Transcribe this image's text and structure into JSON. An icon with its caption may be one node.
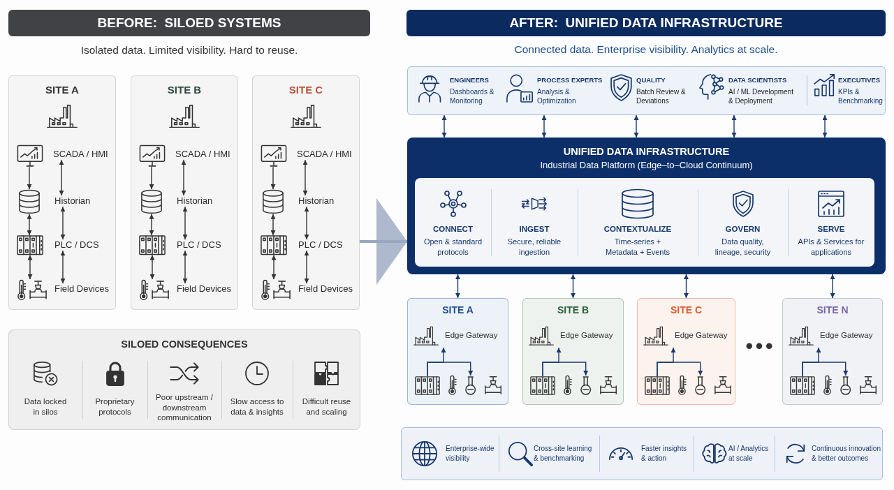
{
  "diagram": {
    "nodes": [
      {
        "text": [
          "BEFORE:  SILOED SYSTEMS"
        ]
      },
      {
        "text": [
          "SITE A"
        ]
      },
      {
        "text": [],
        "shape": "picture",
        "in": 1
      },
      {
        "text": [
          "SCADA / HMI"
        ],
        "in": 1
      },
      {
        "text": [],
        "shape": "picture",
        "in": 1
      },
      {
        "text": [
          "Historian"
        ],
        "in": 1
      },
      {
        "text": [],
        "shape": "picture",
        "in": 1
      },
      {
        "text": [
          "PLC / DCS"
        ],
        "in": 1
      },
      {
        "text": [],
        "shape": "picture",
        "in": 1
      },
      {
        "text": [
          "Field Devices"
        ],
        "in": 1
      },
      {
        "text": [
          "SITE B"
        ]
      },
      {
        "text": [],
        "shape": "picture",
        "in": 10
      },
      {
        "text": [
          "SCADA / HMI"
        ],
        "in": 10
      },
      {
        "text": [],
        "shape": "picture",
        "in": 10
      },
      {
        "text": [
          "Historian"
        ],
        "in": 10
      },
      {
        "text": [],
        "shape": "picture",
        "in": 10
      },
      {
        "text": [
          "PLC / DCS"
        ],
        "in": 10
      },
      {
        "text": [],
        "shape": "picture",
        "in": 10
      },
      {
        "text": [
          "Field Devices"
        ],
        "in": 10
      },
      {
        "text": [
          "SITE C"
        ]
      },
      {
        "text": [],
        "shape": "picture",
        "in": 19
      },
      {
        "text": [
          "SCADA / HMI"
        ],
        "in": 19
      },
      {
        "text": [],
        "shape": "picture",
        "in": 19
      },
      {
        "text": [
          "Historian"
        ],
        "in": 19
      },
      {
        "text": [],
        "shape": "picture",
        "in": 19
      },
      {
        "text": [
          "PLC / DCS"
        ],
        "in": 19
      },
      {
        "text": [],
        "shape": "picture",
        "in": 19
      },
      {
        "text": [
          "Field Devices"
        ],
        "in": 19
      },
      {
        "text": [
          "SILOED CONSEQUENCES"
        ]
      },
      {
        "text": [
          "Data locked in silos"
        ],
        "in": 28
      },
      {
        "text": [
          "Proprietary protocols"
        ],
        "in": 28
      },
      {
        "text": [
          "Poor upstream / downstream communication"
        ],
        "in": 28
      },
      {
        "text": [
          "Slow access to data & insights"
        ],
        "in": 28
      },
      {
        "text": [
          "Difficult reuse and scaling"
        ],
        "in": 28
      },
      {
        "text": [
          "AFTER:  UNIFIED DATA INFRASTRUCTURE"
        ]
      },
      {
        "text": [],
        "shape": "box"
      },
      {
        "text": [
          "ENGINEERS",
          "Dashboards & Monitoring"
        ],
        "in": 35
      },
      {
        "text": [
          "PROCESS EXPERTS",
          "Analysis & Optimization"
        ],
        "in": 35
      },
      {
        "text": [
          "QUALITY",
          "Batch Review & Deviations"
        ],
        "in": 35
      },
      {
        "text": [
          "DATA SCIENTISTS",
          "AI / ML Development & Deployment"
        ],
        "in": 35
      },
      {
        "text": [
          "EXECUTIVES",
          "KPIs & Benchmarking"
        ],
        "in": 35
      },
      {
        "text": [
          "UNIFIED DATA INFRASTRUCTURE",
          "Industrial Data Platform (Edge–to–Cloud Continuum)"
        ]
      },
      {
        "text": [],
        "shape": "box",
        "in": 41
      },
      {
        "text": [
          "CONNECT",
          "Open & standard protocols"
        ],
        "in": 42
      },
      {
        "text": [
          "INGEST",
          "Secure, reliable ingestion"
        ],
        "in": 42
      },
      {
        "text": [
          "CONTEXTUALIZE",
          "Time-series + Metadata + Events"
        ],
        "in": 42
      },
      {
        "text": [
          "GOVERN",
          "Data quality, lineage, security"
        ],
        "in": 42
      },
      {
        "text": [
          "SERVE",
          "APIs & Services for applications"
        ],
        "in": 42
      },
      {
        "text": [
          "SITE A"
        ]
      },
      {
        "text": [
          "Edge Gateway"
        ],
        "in": 48
      },
      {
        "text": [],
        "shape": "picture",
        "in": 48
      },
      {
        "text": [],
        "shape": "picture",
        "in": 48
      },
      {
        "text": [
          "SITE B"
        ]
      },
      {
        "text": [
          "Edge Gateway"
        ],
        "in": 52
      },
      {
        "text": [],
        "shape": "picture",
        "in": 52
      },
      {
        "text": [],
        "shape": "picture",
        "in": 52
      },
      {
        "text": [
          "SITE C"
        ]
      },
      {
        "text": [
          "Edge Gateway"
        ],
        "in": 56
      },
      {
        "text": [],
        "shape": "picture",
        "in": 56
      },
      {
        "text": [],
        "shape": "picture",
        "in": 56
      },
      {
        "text": [
          "SITE N"
        ]
      },
      {
        "text": [
          "Edge Gateway"
        ],
        "in": 60
      },
      {
        "text": [],
        "shape": "picture",
        "in": 60
      },
      {
        "text": [],
        "shape": "picture",
        "in": 60
      },
      {
        "text": [],
        "shape": "box"
      },
      {
        "text": [
          "Enterprise-wide visibility"
        ],
        "in": 64
      },
      {
        "text": [
          "Cross-site learning & benchmarking"
        ],
        "in": 64
      },
      {
        "text": [
          "Faster insights & action"
        ],
        "in": 64
      },
      {
        "text": [
          "AI / Analytics at scale"
        ],
        "in": 64
      },
      {
        "text": [
          "Continuous innovation & better outcomes"
        ],
        "in": 64
      }
    ],
    "edges": [
      {
        "from": 2,
        "to": 4,
        "arrow": "to"
      },
      {
        "from": 3,
        "to": 5,
        "arrow": "both"
      },
      {
        "from": 4,
        "to": 6,
        "arrow": "both"
      },
      {
        "from": 5,
        "to": 7,
        "arrow": "both"
      },
      {
        "from": 6,
        "to": 8,
        "arrow": "both"
      },
      {
        "from": 7,
        "to": 9,
        "arrow": "both"
      },
      {
        "from": 11,
        "to": 13,
        "arrow": "to"
      },
      {
        "from": 12,
        "to": 14,
        "arrow": "both"
      },
      {
        "from": 13,
        "to": 15,
        "arrow": "both"
      },
      {
        "from": 14,
        "to": 16,
        "arrow": "both"
      },
      {
        "from": 15,
        "to": 17,
        "arrow": "both"
      },
      {
        "from": 16,
        "to": 18,
        "arrow": "both"
      },
      {
        "from": 20,
        "to": 22,
        "arrow": "to"
      },
      {
        "from": 21,
        "to": 23,
        "arrow": "both"
      },
      {
        "from": 22,
        "to": 24,
        "arrow": "both"
      },
      {
        "from": 23,
        "to": 25,
        "arrow": "both"
      },
      {
        "from": 24,
        "to": 26,
        "arrow": "both"
      },
      {
        "from": 25,
        "to": 27,
        "arrow": "both"
      },
      {
        "from": 19,
        "to": 41,
        "arrow": "to",
        "style": "thick",
        "color": "#9aa7c0"
      },
      {
        "from": 36,
        "to": 41,
        "arrow": "both",
        "color": "#1a3a6e"
      },
      {
        "from": 37,
        "to": 41,
        "arrow": "both",
        "color": "#1a3a6e"
      },
      {
        "from": 38,
        "to": 41,
        "arrow": "both",
        "color": "#1a3a6e"
      },
      {
        "from": 39,
        "to": 41,
        "arrow": "both",
        "color": "#1a3a6e"
      },
      {
        "from": 40,
        "to": 41,
        "arrow": "both",
        "color": "#1a3a6e"
      },
      {
        "from": 41,
        "to": 48,
        "arrow": "both",
        "color": "#1a3a6e"
      },
      {
        "from": 41,
        "to": 52,
        "arrow": "both",
        "color": "#1a3a6e"
      },
      {
        "from": 41,
        "to": 56,
        "arrow": "both",
        "color": "#1a3a6e"
      },
      {
        "from": 41,
        "to": 60,
        "arrow": "both",
        "color": "#1a3a6e"
      },
      {
        "from": 50,
        "to": 49,
        "arrow": "to",
        "color": "#1a3a6e"
      },
      {
        "from": 50,
        "to": 51,
        "arrow": "to",
        "color": "#1a3a6e"
      },
      {
        "from": 54,
        "to": 53,
        "arrow": "to",
        "color": "#1a3a6e"
      },
      {
        "from": 54,
        "to": 55,
        "arrow": "to",
        "color": "#1a3a6e"
      },
      {
        "from": 58,
        "to": 57,
        "arrow": "to",
        "color": "#1a3a6e"
      },
      {
        "from": 58,
        "to": 59,
        "arrow": "to",
        "color": "#1a3a6e"
      },
      {
        "from": 62,
        "to": 61,
        "arrow": "to",
        "color": "#1a3a6e"
      },
      {
        "from": 62,
        "to": 63,
        "arrow": "to",
        "color": "#1a3a6e"
      }
    ],
    "labels": [
      "Isolated data. Limited visibility. Hard to reuse.",
      "Connected data. Enterprise visibility. Analytics at scale."
    ]
  }
}
